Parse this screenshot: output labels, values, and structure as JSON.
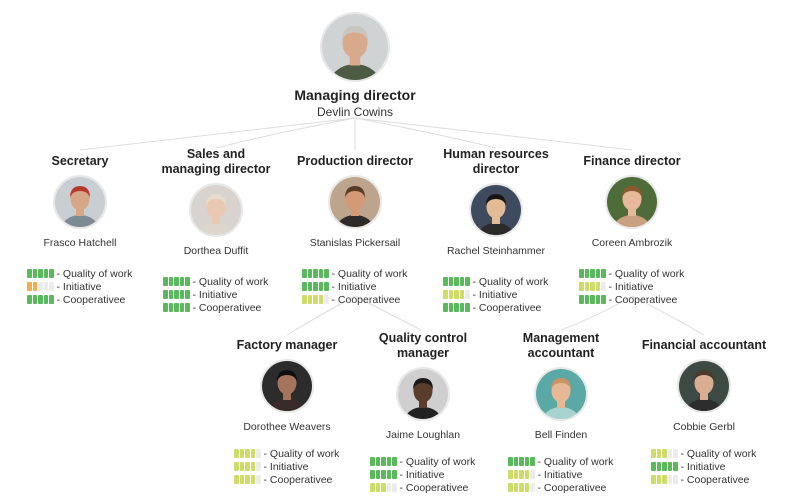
{
  "root": {
    "title": "Managing director",
    "name": "Devlin Cowins",
    "avatar_icon": "person-photo-icon",
    "colors": {
      "bg": "#cfd3d4",
      "skin": "#d9a98c",
      "hair": "#c9c6c0",
      "shirt": "#4d5a44"
    }
  },
  "metric_labels": {
    "quality": "- Quality of work",
    "initiative": "- Initiative",
    "cooperation": "- Cooperativee"
  },
  "bar_colors": {
    "high": "#5cb85c",
    "medium": "#cfdc6a",
    "low": "#f0ad4e",
    "empty": "#ececec"
  },
  "employees": [
    {
      "id": "secretary",
      "title": "Secretary",
      "name": "Frasco Hatchell",
      "colors": {
        "bg": "#c9ced3",
        "skin": "#d7a888",
        "hair": "#b83a2e",
        "shirt": "#7d8a93"
      },
      "ratings": {
        "quality": 5,
        "initiative": 2,
        "cooperation": 5
      }
    },
    {
      "id": "sales",
      "title": "Sales and managing director",
      "name": "Dorthea Duffit",
      "colors": {
        "bg": "#d8d3cf",
        "skin": "#eac9b4",
        "hair": "#e6dccb",
        "shirt": "#ddd6cc"
      },
      "ratings": {
        "quality": 5,
        "initiative": 5,
        "cooperation": 5
      }
    },
    {
      "id": "production",
      "title": "Production director",
      "name": "Stanislas Pickersail",
      "colors": {
        "bg": "#bda48c",
        "skin": "#d49a76",
        "hair": "#5a3b25",
        "shirt": "#2e2a28"
      },
      "ratings": {
        "quality": 5,
        "initiative": 5,
        "cooperation": 4
      }
    },
    {
      "id": "hr",
      "title": "Human resources director",
      "name": "Rachel Steinhammer",
      "colors": {
        "bg": "#3e4a5e",
        "skin": "#e3bb96",
        "hair": "#151515",
        "shirt": "#2a2a2a"
      },
      "ratings": {
        "quality": 5,
        "initiative": 4,
        "cooperation": 5
      }
    },
    {
      "id": "finance",
      "title": "Finance director",
      "name": "Coreen Ambrozik",
      "colors": {
        "bg": "#4e6b3a",
        "skin": "#e8b89a",
        "hair": "#8a5a30",
        "shirt": "#c9a080"
      },
      "ratings": {
        "quality": 5,
        "initiative": 4,
        "cooperation": 5
      }
    },
    {
      "id": "factory",
      "title": "Factory manager",
      "name": "Dorothee Weavers",
      "colors": {
        "bg": "#2c2c2c",
        "skin": "#a5745c",
        "hair": "#0f0f0f",
        "shirt": "#3a2a2a"
      },
      "ratings": {
        "quality": 4,
        "initiative": 4,
        "cooperation": 4
      }
    },
    {
      "id": "quality",
      "title": "Quality control manager",
      "name": "Jaime Loughlan",
      "colors": {
        "bg": "#cfcfcf",
        "skin": "#5a3d2c",
        "hair": "#1a1a1a",
        "shirt": "#222222"
      },
      "ratings": {
        "quality": 5,
        "initiative": 5,
        "cooperation": 3
      }
    },
    {
      "id": "management_acc",
      "title": "Management accountant",
      "name": "Bell Finden",
      "colors": {
        "bg": "#5aa9a6",
        "skin": "#e6b896",
        "hair": "#c99565",
        "shirt": "#a8d4d0"
      },
      "ratings": {
        "quality": 5,
        "initiative": 4,
        "cooperation": 4
      }
    },
    {
      "id": "financial_acc",
      "title": "Financial accountant",
      "name": "Cobbie Gerbl",
      "colors": {
        "bg": "#3c4a43",
        "skin": "#d8ad92",
        "hair": "#4a3b2e",
        "shirt": "#2d2d2d"
      },
      "ratings": {
        "quality": 3,
        "initiative": 5,
        "cooperation": 3
      }
    }
  ]
}
